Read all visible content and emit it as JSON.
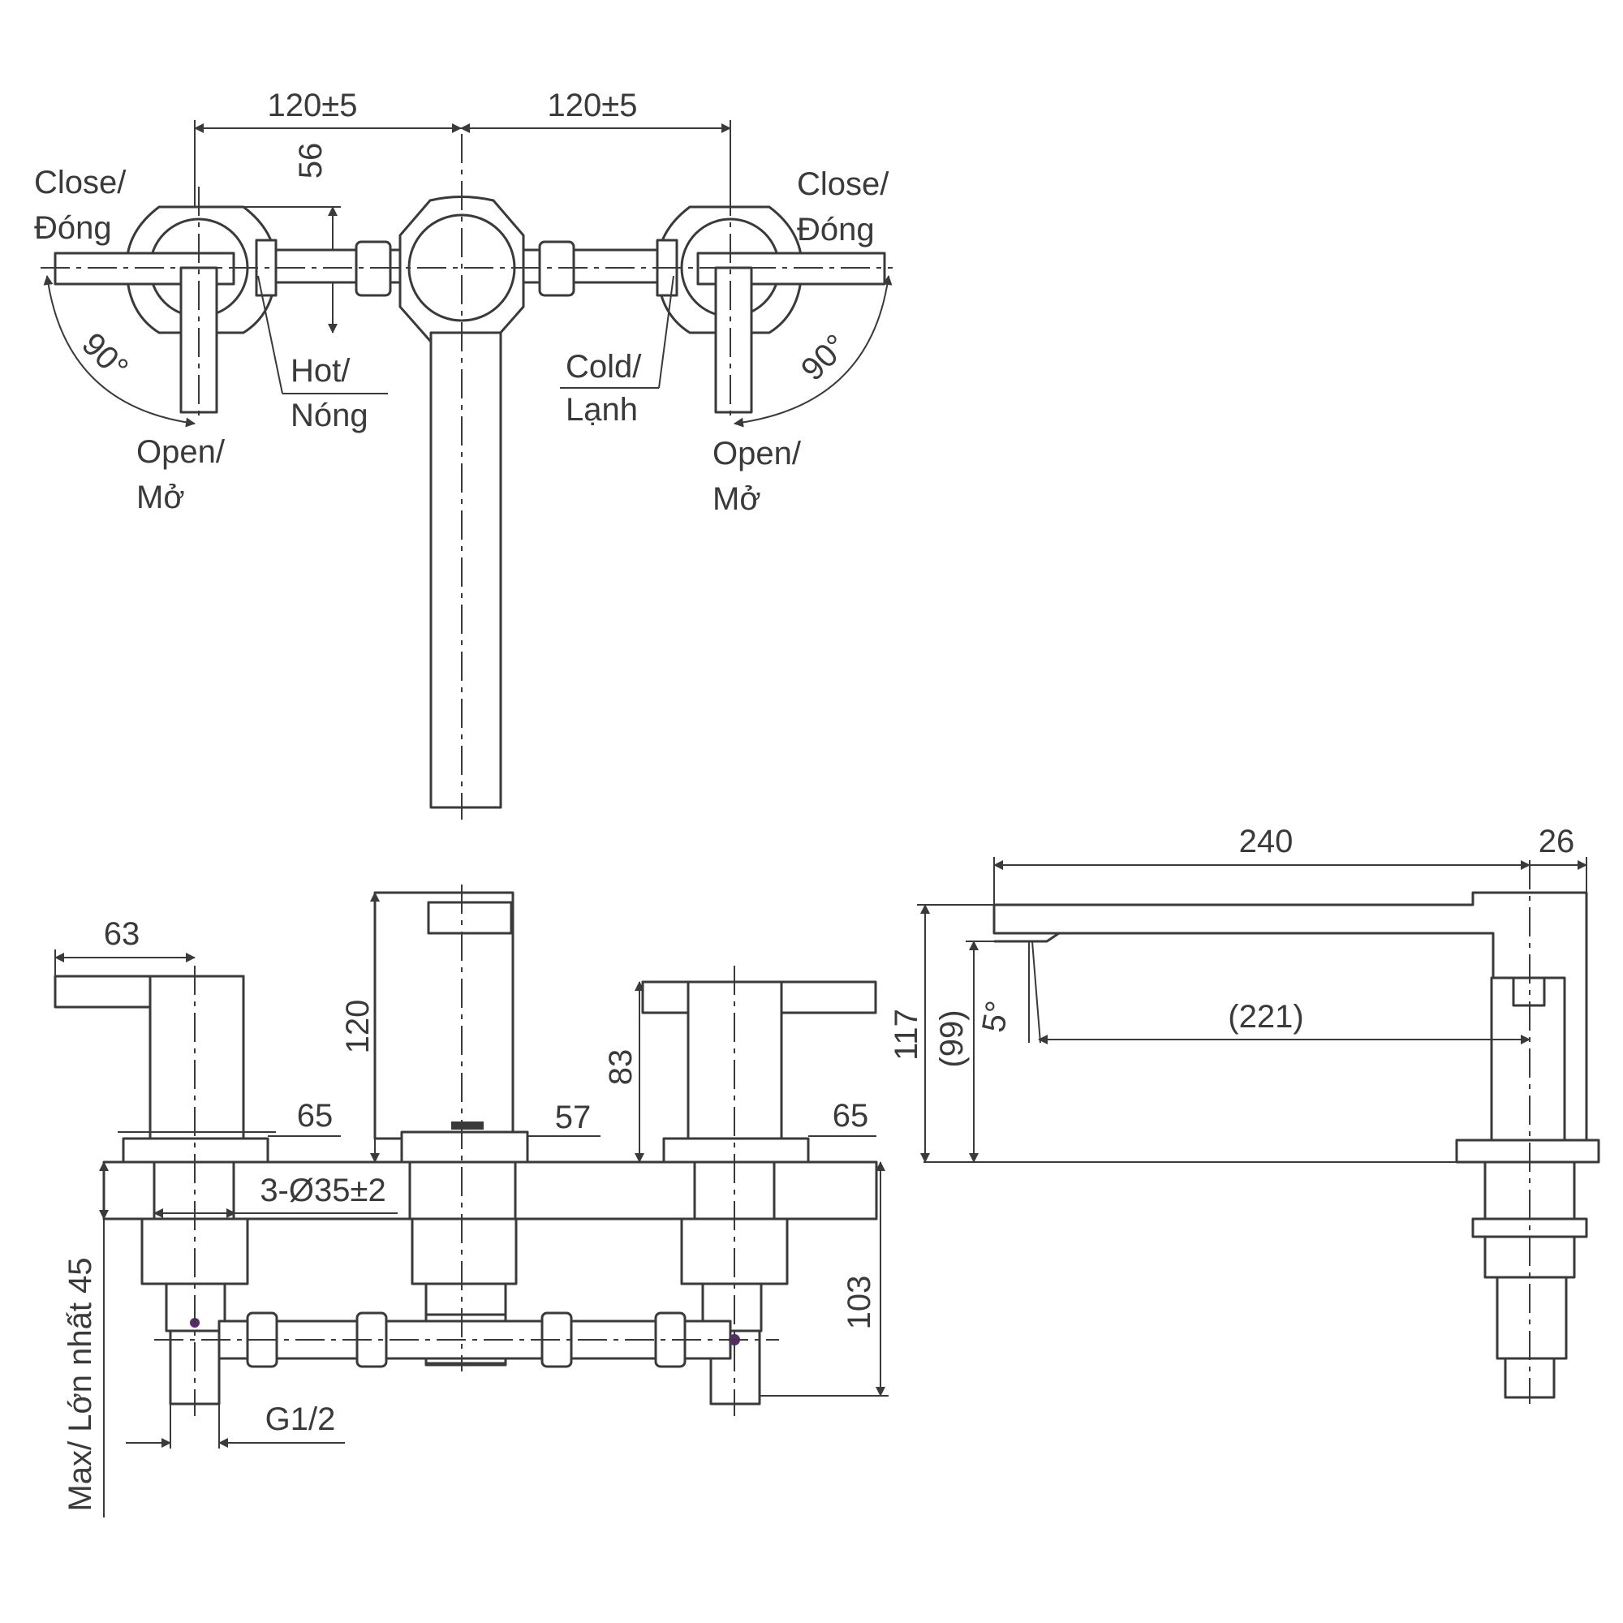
{
  "top_view": {
    "dim_left": "120±5",
    "dim_right": "120±5",
    "dim_handle_offset": "56",
    "close_left_1": "Close/",
    "close_left_2": "Đóng",
    "close_right_1": "Close/",
    "close_right_2": "Đóng",
    "open_left_1": "Open/",
    "open_left_2": "Mở",
    "open_right_1": "Open/",
    "open_right_2": "Mở",
    "angle_left": "90°",
    "angle_right": "90°",
    "hot_1": "Hot/",
    "hot_2": "Nóng",
    "cold_1": "Cold/",
    "cold_2": "Lạnh"
  },
  "front_view": {
    "dim_handle_length": "63",
    "dim_spout_height": "120",
    "dim_handle_height": "83",
    "dim_base_left": "65",
    "dim_base_center": "57",
    "dim_base_right": "65",
    "dim_holes": "3-Ø35±2",
    "dim_thread": "G1/2",
    "dim_below_deck": "103",
    "dim_max_thickness": "Max/ Lớn nhất 45"
  },
  "side_view": {
    "dim_spout_reach": "240",
    "dim_body": "26",
    "dim_outlet": "(221)",
    "dim_total_height": "117",
    "dim_outlet_height": "(99)",
    "dim_angle": "5°"
  }
}
